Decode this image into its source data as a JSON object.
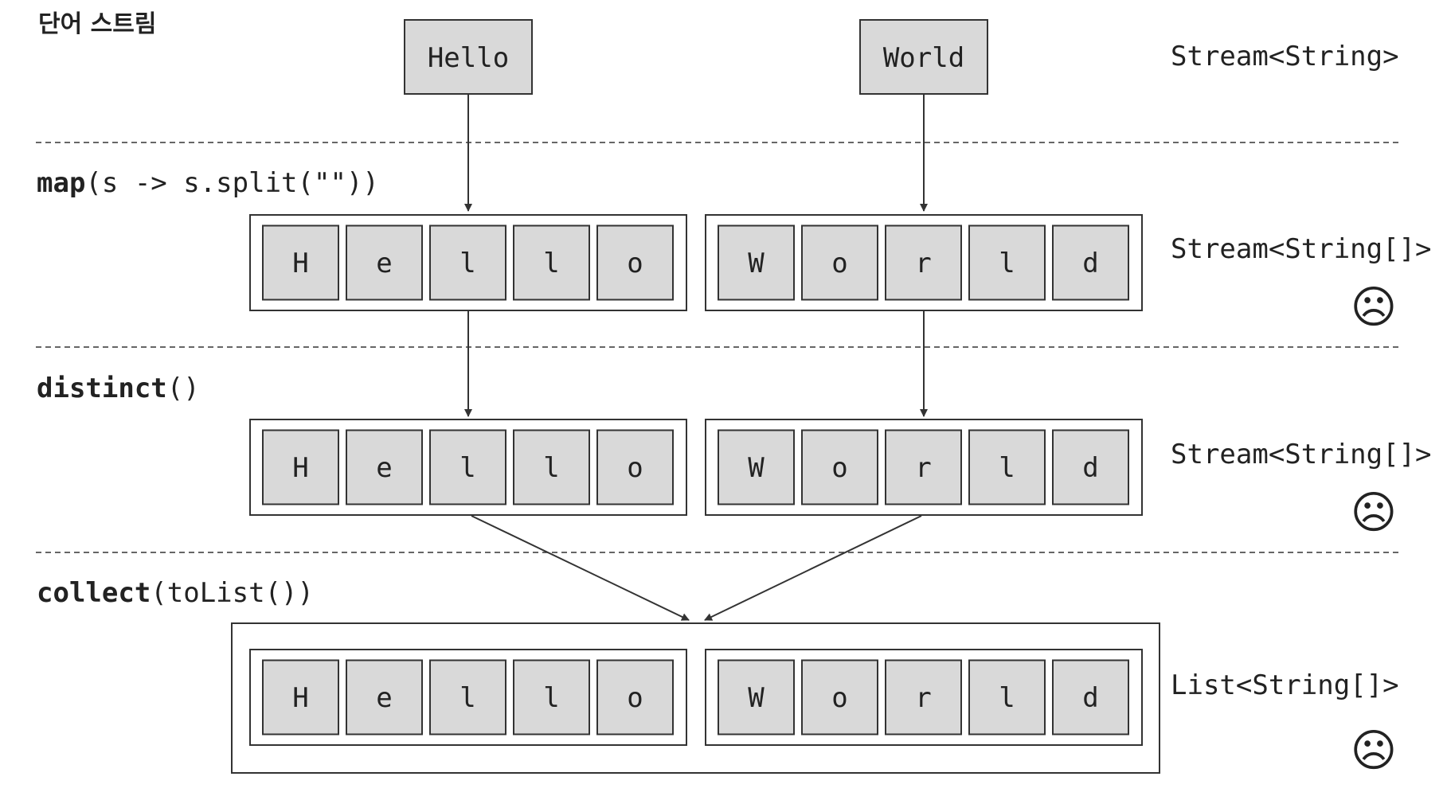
{
  "title": "단어 스트림",
  "words": [
    "Hello",
    "World"
  ],
  "stage_types": {
    "top": "Stream<String>",
    "map": "Stream<String[]>",
    "distinct": "Stream<String[]>",
    "collect": "List<String[]>"
  },
  "ops": {
    "map": {
      "method": "map",
      "args": "(s -> s.split(\"\"))"
    },
    "distinct": {
      "method": "distinct",
      "args": "()"
    },
    "collect": {
      "method": "collect",
      "args": "(toList())"
    }
  },
  "letter_groups": [
    [
      "H",
      "e",
      "l",
      "l",
      "o"
    ],
    [
      "W",
      "o",
      "r",
      "l",
      "d"
    ]
  ],
  "sad_face_glyph": "☹",
  "colors": {
    "box_fill": "#d9d9d9",
    "stroke": "#333333",
    "text": "#222222"
  }
}
